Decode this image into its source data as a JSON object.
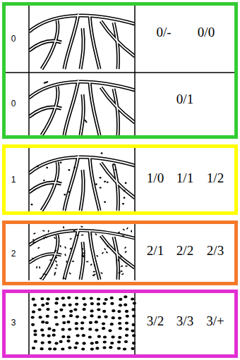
{
  "diagram": {
    "nodes": [
      {
        "text": [
          "0",
          "0/-",
          "0/0",
          "0",
          "0/1"
        ]
      },
      {
        "text": [
          "1",
          "1/0",
          "1/1",
          "1/2"
        ]
      },
      {
        "text": [
          "2",
          "2/1",
          "2/2",
          "2/3"
        ]
      },
      {
        "text": [
          "3",
          "3/2",
          "3/3",
          "3/+"
        ]
      }
    ]
  }
}
